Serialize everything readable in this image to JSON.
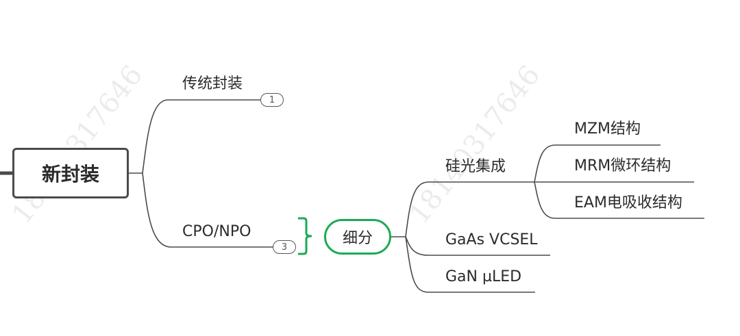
{
  "mindmap": {
    "root": {
      "label": "新封装"
    },
    "branches": [
      {
        "label": "传统封装",
        "collapsed_count": "1"
      },
      {
        "label": "CPO/NPO",
        "collapsed_count": "3"
      }
    ],
    "summary": {
      "label": "细分",
      "color": "#1aaa55"
    },
    "summary_children": [
      {
        "label": "硅光集成",
        "children": [
          {
            "label": "MZM结构"
          },
          {
            "label": "MRM微环结构"
          },
          {
            "label": "EAM电吸收结构"
          }
        ]
      },
      {
        "label": "GaAs VCSEL"
      },
      {
        "label": "GaN µLED"
      }
    ]
  },
  "watermarks": [
    "18140317646",
    "18140317646"
  ],
  "colors": {
    "line": "#4a4a4a",
    "summary": "#1aaa55"
  }
}
